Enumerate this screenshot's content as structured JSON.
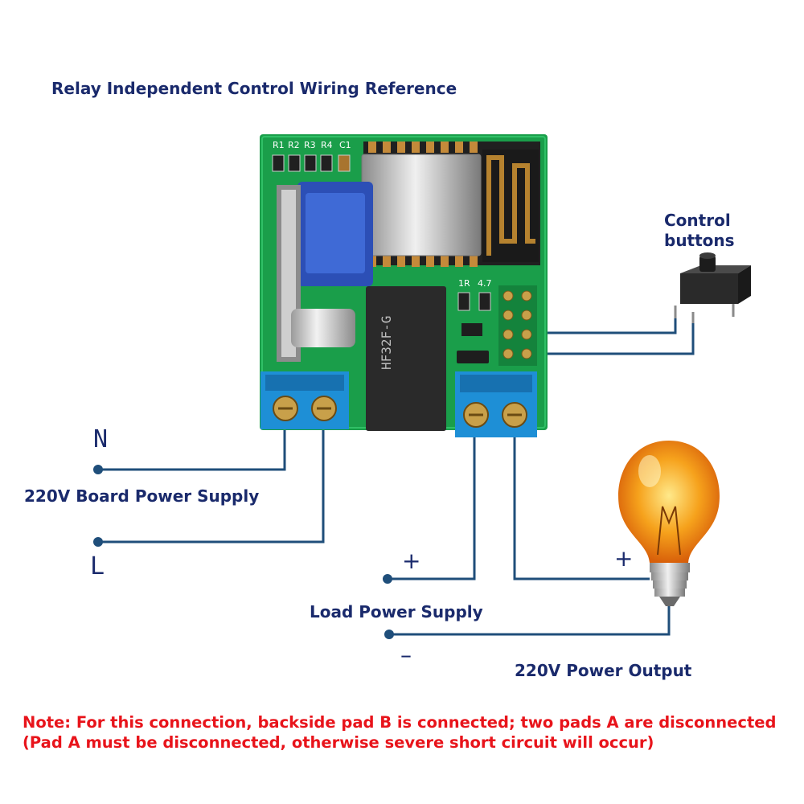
{
  "title": "Relay Independent Control Wiring Reference",
  "labels": {
    "control_line1": "Control",
    "control_line2": "buttons",
    "board_power": "220V Board Power Supply",
    "load_power": "Load Power Supply",
    "power_output": "220V Power Output"
  },
  "terminals": {
    "neutral": "N",
    "live": "L",
    "load_plus": "+",
    "output_plus": "+",
    "load_minus": "–"
  },
  "board_markings": {
    "r1": "R1",
    "r2": "R2",
    "r3": "R3",
    "r4": "R4",
    "c1": "C1",
    "res_1r": "1R",
    "res_47": "4.7",
    "relay_model": "HF32F-G"
  },
  "note": {
    "line1": "Note: For this connection, backside pad B is connected; two pads A are disconnected",
    "line2": "(Pad A must be disconnected, otherwise severe short circuit will occur)"
  },
  "colors": {
    "wire": "#1f4e7a",
    "label_text": "#1a2a6c",
    "note_text": "#e8141b",
    "pcb_green": "#1a9e4a",
    "terminal_blue": "#1e8fd6"
  }
}
